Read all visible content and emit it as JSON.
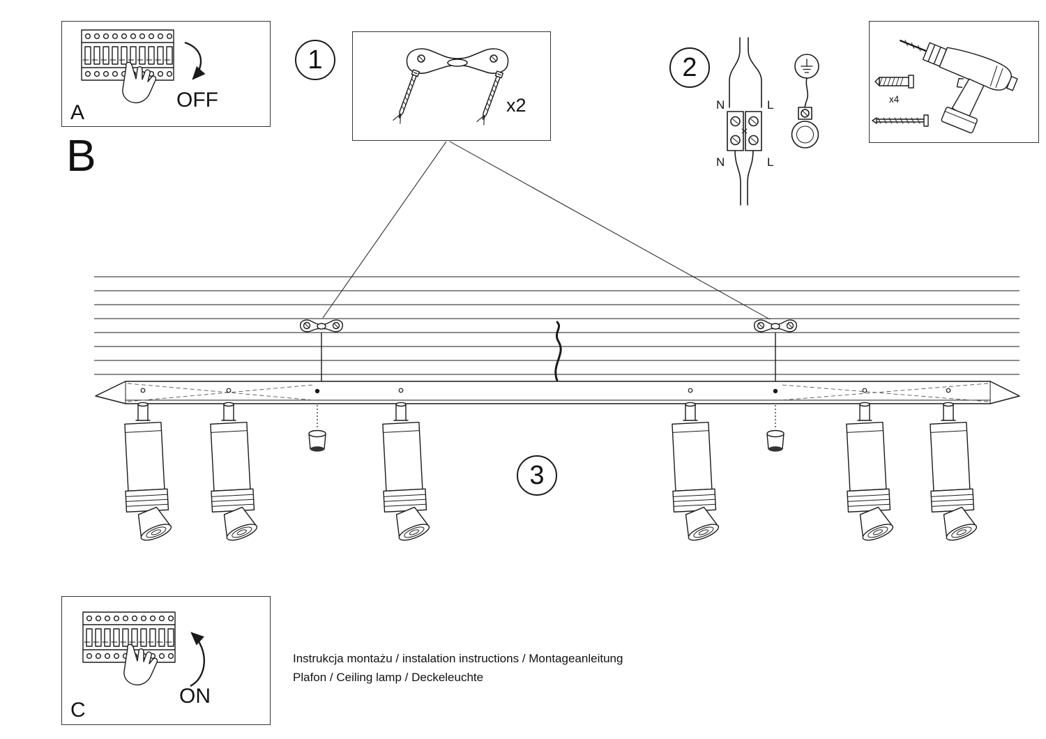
{
  "colors": {
    "ink": "#1a1a1a",
    "paper": "#ffffff"
  },
  "panels": {
    "a": {
      "label": "A",
      "action": "OFF"
    },
    "b": {
      "label": "B"
    },
    "c": {
      "label": "C",
      "action": "ON"
    }
  },
  "steps": {
    "s1": {
      "number": "1",
      "quantity": "x2"
    },
    "s2": {
      "number": "2",
      "n_top": "N",
      "l_top": "L",
      "n_bottom": "N",
      "l_bottom": "L"
    },
    "s3": {
      "number": "3"
    }
  },
  "tools": {
    "quantity": "x4"
  },
  "footer": {
    "line1": "Instrukcja montażu / instalation instructions / Montageanleitung",
    "line2": "Plafon / Ceiling lamp / Deckeleuchte"
  }
}
